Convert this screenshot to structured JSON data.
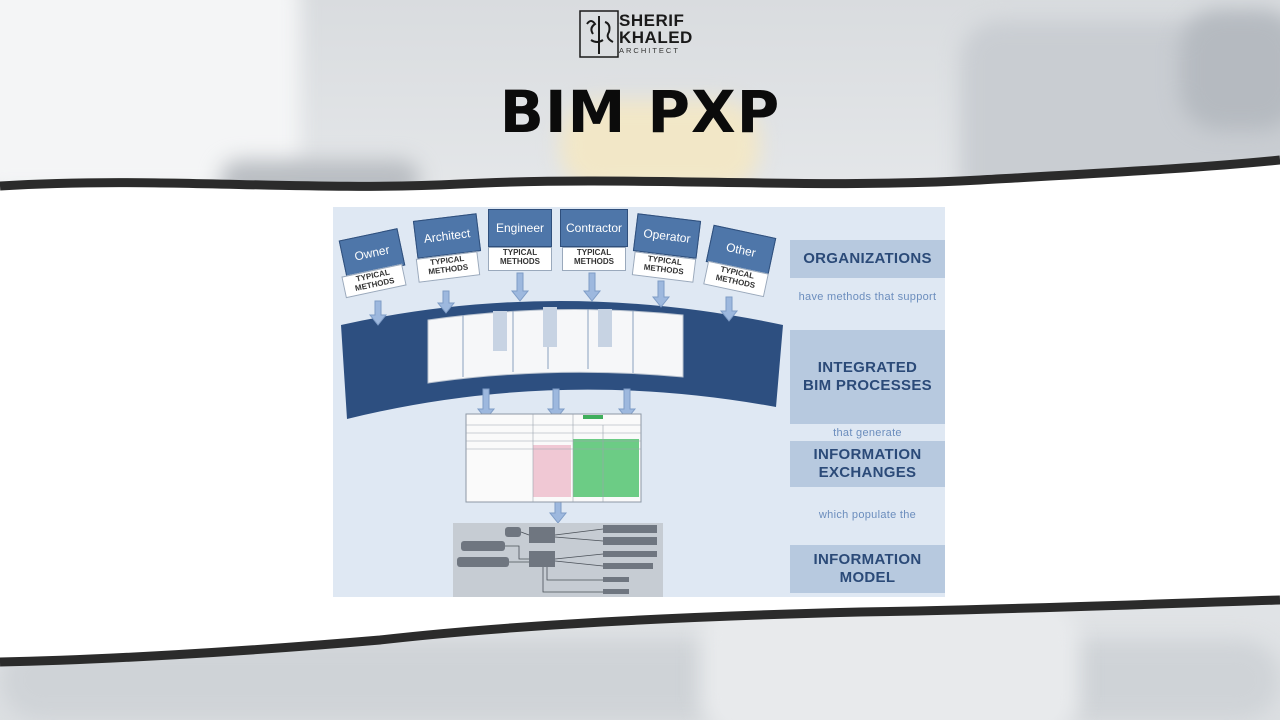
{
  "logo": {
    "line1": "SHERIF",
    "line2": "KHALED",
    "line3": "ARCHITECT"
  },
  "title": "BIM PXP",
  "diagram": {
    "organizations": [
      {
        "label": "Owner",
        "methods": "TYPICAL METHODS"
      },
      {
        "label": "Architect",
        "methods": "TYPICAL METHODS"
      },
      {
        "label": "Engineer",
        "methods": "TYPICAL METHODS"
      },
      {
        "label": "Contractor",
        "methods": "TYPICAL METHODS"
      },
      {
        "label": "Operator",
        "methods": "TYPICAL METHODS"
      },
      {
        "label": "Other",
        "methods": "TYPICAL METHODS"
      }
    ],
    "steps": {
      "organizations": "ORGANIZATIONS",
      "have_methods": "have methods that support",
      "integrated": "INTEGRATED BIM PROCESSES",
      "generate": "that generate",
      "exchanges": "INFORMATION EXCHANGES",
      "populate": "which populate the",
      "model": "INFORMATION MODEL"
    }
  },
  "colors": {
    "box_blue": "#4e76a9",
    "arc_blue": "#2d4f80",
    "step_box": "#b7c9df",
    "step_text": "#2b4a78",
    "connector_text": "#6b8dbd"
  }
}
